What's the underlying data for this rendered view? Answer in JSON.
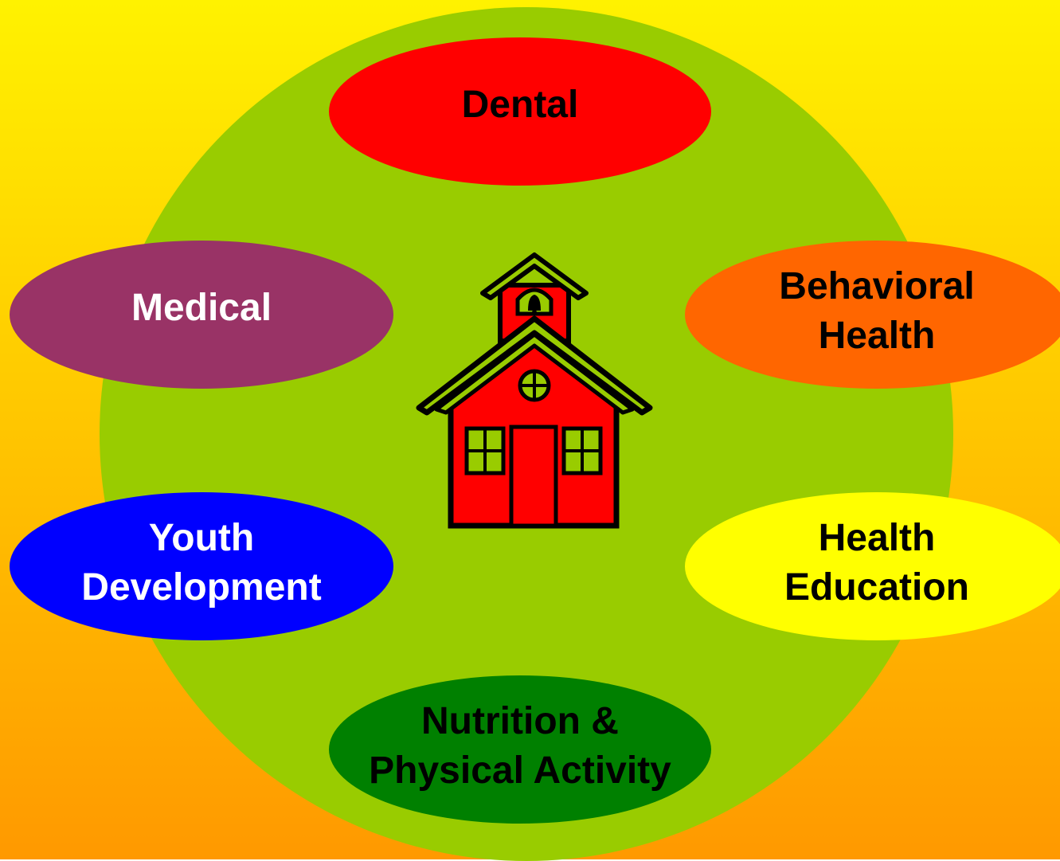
{
  "colors": {
    "bg_top": "#FFF200",
    "bg_bottom": "#FF9900",
    "circle": "#99CC00",
    "dental": "#FF0000",
    "medical": "#993366",
    "behavioral": "#FF6600",
    "youth": "#0000FF",
    "health_education": "#FFFF00",
    "nutrition": "#008000",
    "school_red": "#FF0000",
    "school_roof": "#99CC00",
    "outline": "#000000"
  },
  "center_icon": "schoolhouse-icon",
  "nodes": {
    "dental": {
      "label": "Dental",
      "text_color": "#000000"
    },
    "medical": {
      "label": "Medical",
      "text_color": "#FFFFFF"
    },
    "behavioral_health": {
      "label": "Behavioral Health",
      "text_color": "#000000"
    },
    "youth_development": {
      "label": "Youth Development",
      "text_color": "#FFFFFF"
    },
    "health_education": {
      "label": "Health Education",
      "text_color": "#000000"
    },
    "nutrition_physical_activity": {
      "label": "Nutrition & Physical Activity",
      "text_color": "#000000"
    }
  }
}
